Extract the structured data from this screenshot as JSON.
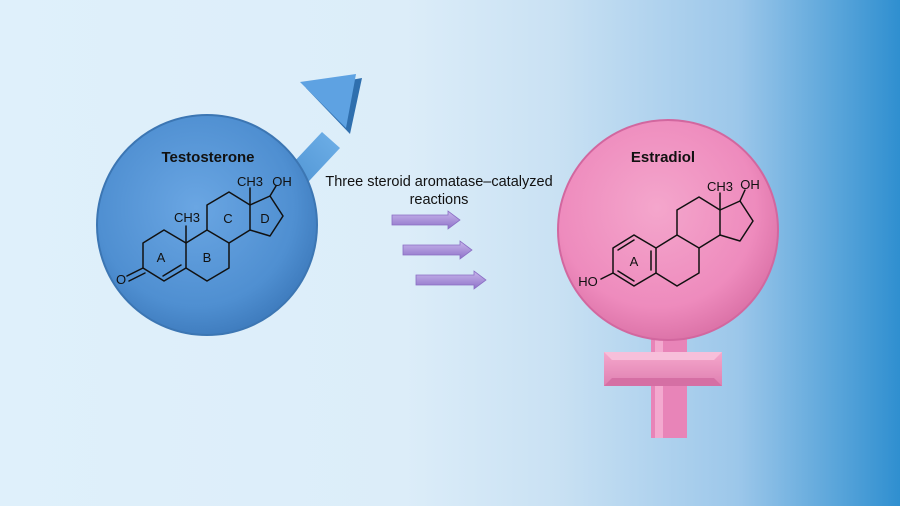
{
  "testosterone": {
    "name": "Testosterone",
    "ring_labels": [
      "A",
      "B",
      "C",
      "D"
    ],
    "substituents": {
      "methyl_18": "CH3",
      "methyl_19": "CH3",
      "hydroxyl": "OH",
      "ketone": "O"
    }
  },
  "estradiol": {
    "name": "Estradiol",
    "ring_labels": [
      "A"
    ],
    "substituents": {
      "methyl_18": "CH3",
      "hydroxyl": "OH",
      "phenol": "HO"
    }
  },
  "reaction": {
    "caption_line1": "Three steroid aromatase–catalyzed",
    "caption_line2": "reactions",
    "step_count": 3
  },
  "colors": {
    "male_circle": "#4f8fd1",
    "female_circle": "#ef8cbd",
    "reaction_arrow": "#a98fd6"
  }
}
